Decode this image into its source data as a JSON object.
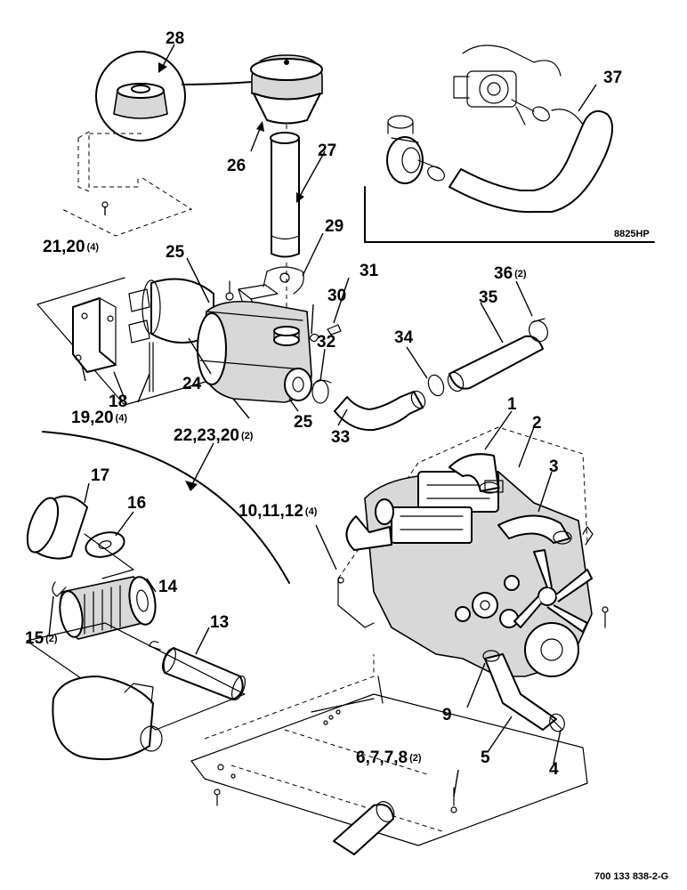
{
  "labels": {
    "p1": "1",
    "p2": "2",
    "p3": "3",
    "p4": "4",
    "p5": "5",
    "p6": "6,7,7,8",
    "p6q": "(2)",
    "p9": "9",
    "p10": "10,11,12",
    "p10q": "(4)",
    "p13": "13",
    "p14": "14",
    "p15": "15",
    "p15q": "(2)",
    "p16": "16",
    "p17": "17",
    "p18": "18",
    "p19": "19,20",
    "p19q": "(4)",
    "p21": "21,20",
    "p21q": "(4)",
    "p22": "22,23,20",
    "p22q": "(2)",
    "p24": "24",
    "p25a": "25",
    "p25b": "25",
    "p26": "26",
    "p27": "27",
    "p28": "28",
    "p29": "29",
    "p30": "30",
    "p31": "31",
    "p32": "32",
    "p33": "33",
    "p34": "34",
    "p35": "35",
    "p36": "36",
    "p36q": "(2)",
    "p37": "37"
  },
  "inset_model": "8825HP",
  "drawing_number": "700 133 838-2-G"
}
